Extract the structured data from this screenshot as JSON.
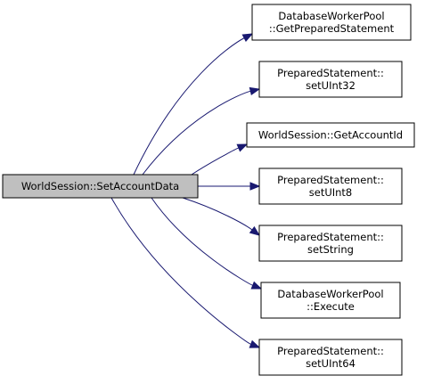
{
  "graph": {
    "edge_color": "#191970",
    "source": {
      "id": "src",
      "lines": [
        "WorldSession::SetAccountData"
      ],
      "fill": "#bfbfbf"
    },
    "targets": [
      {
        "id": "t0",
        "lines": [
          "DatabaseWorkerPool",
          "::GetPreparedStatement"
        ],
        "fill": "#ffffff"
      },
      {
        "id": "t1",
        "lines": [
          "PreparedStatement::",
          "setUInt32"
        ],
        "fill": "#ffffff"
      },
      {
        "id": "t2",
        "lines": [
          "WorldSession::GetAccountId"
        ],
        "fill": "#ffffff"
      },
      {
        "id": "t3",
        "lines": [
          "PreparedStatement::",
          "setUInt8"
        ],
        "fill": "#ffffff"
      },
      {
        "id": "t4",
        "lines": [
          "PreparedStatement::",
          "setString"
        ],
        "fill": "#ffffff"
      },
      {
        "id": "t5",
        "lines": [
          "DatabaseWorkerPool",
          "::Execute"
        ],
        "fill": "#ffffff"
      },
      {
        "id": "t6",
        "lines": [
          "PreparedStatement::",
          "setUInt64"
        ],
        "fill": "#ffffff"
      }
    ]
  }
}
